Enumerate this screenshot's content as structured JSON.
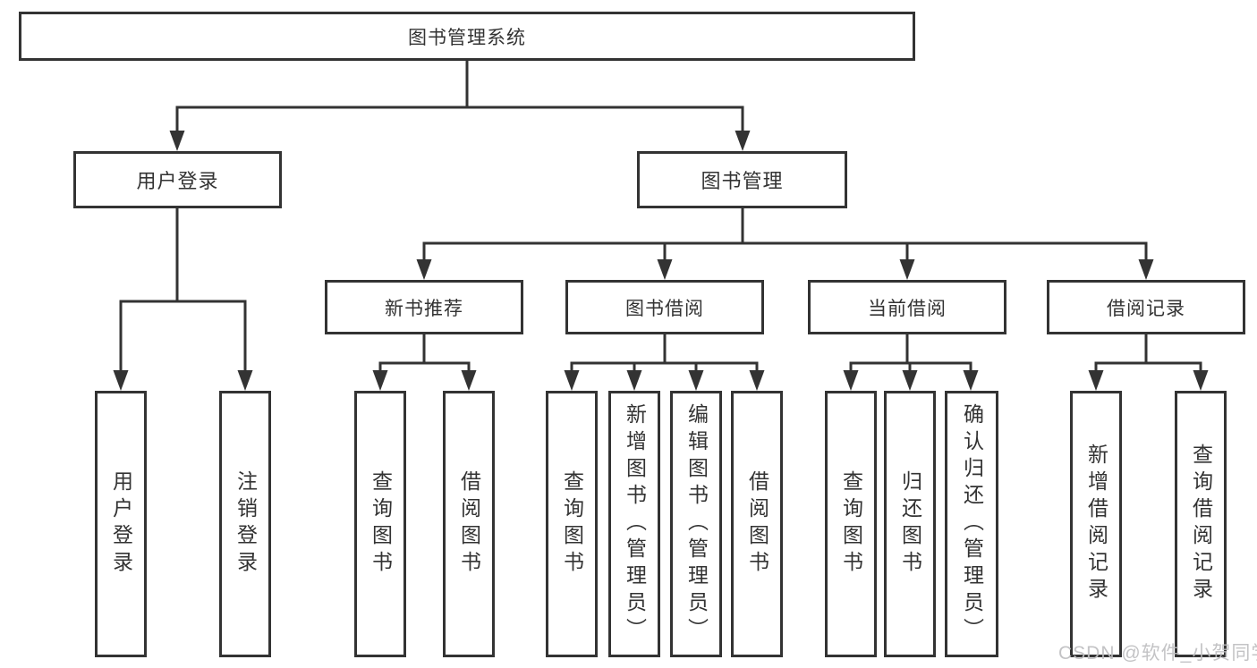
{
  "diagram": {
    "root": {
      "label": "图书管理系统"
    },
    "level2": [
      {
        "label": "用户登录"
      },
      {
        "label": "图书管理"
      }
    ],
    "level3": [
      {
        "label": "新书推荐"
      },
      {
        "label": "图书借阅"
      },
      {
        "label": "当前借阅"
      },
      {
        "label": "借阅记录"
      }
    ],
    "leaves": {
      "user_login": [
        "用户登录",
        "注销登录"
      ],
      "new_book": [
        "查询图书",
        "借阅图书"
      ],
      "book_borrow": [
        "查询图书",
        "新增图书（管理员）",
        "编辑图书（管理员）",
        "借阅图书"
      ],
      "current_borrow": [
        "查询图书",
        "归还图书",
        "确认归还（管理员）"
      ],
      "borrow_record": [
        "新增借阅记录",
        "查询借阅记录"
      ]
    }
  },
  "watermark": {
    "text": "CSDN @软件_小贺同学"
  },
  "colors": {
    "line": "#333333",
    "box_border": "#333333",
    "text": "#333333",
    "watermark": "#bebec0",
    "background": "#ffffff"
  }
}
